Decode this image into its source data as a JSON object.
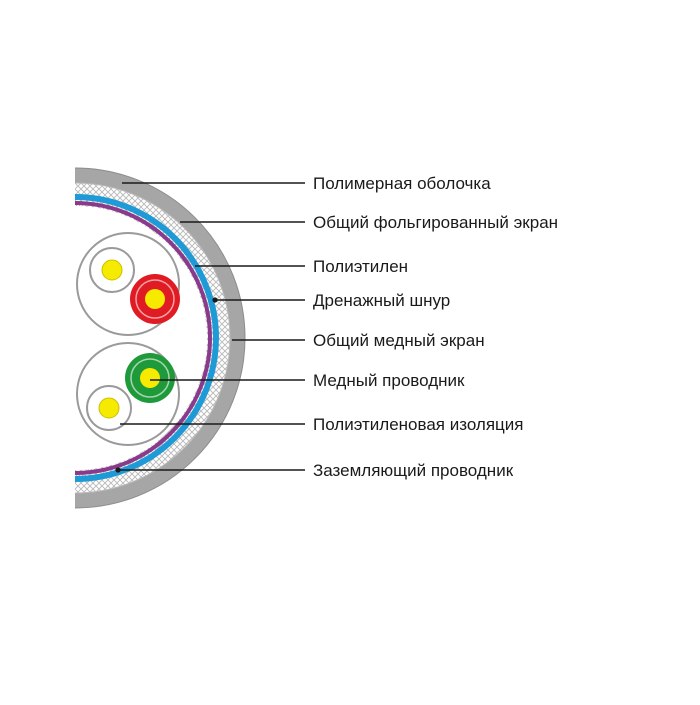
{
  "diagram": {
    "labels": [
      "Полимерная оболочка",
      "Общий фольгированный экран",
      "Полиэтилен",
      "Дренажный шнур",
      "Общий медный экран",
      "Медный проводник",
      "Полиэтиленовая изоляция",
      "Заземляющий проводник"
    ]
  },
  "colors": {
    "sheath": "#a6a6a6",
    "sheath_edge": "#8c8c8c",
    "mesh": "#b8b8b8",
    "foil_blue": "#1e9ad6",
    "purple_layer": "#8a3a8a",
    "core_background": "#ffffff",
    "insulation_outline": "#9a9a9a",
    "conductor_yellow": "#f5ea00",
    "red_insulation": "#e01b23",
    "green_insulation": "#1f9a3a",
    "leader_line": "#1a1a1a",
    "label_text": "#1a1a1a"
  }
}
